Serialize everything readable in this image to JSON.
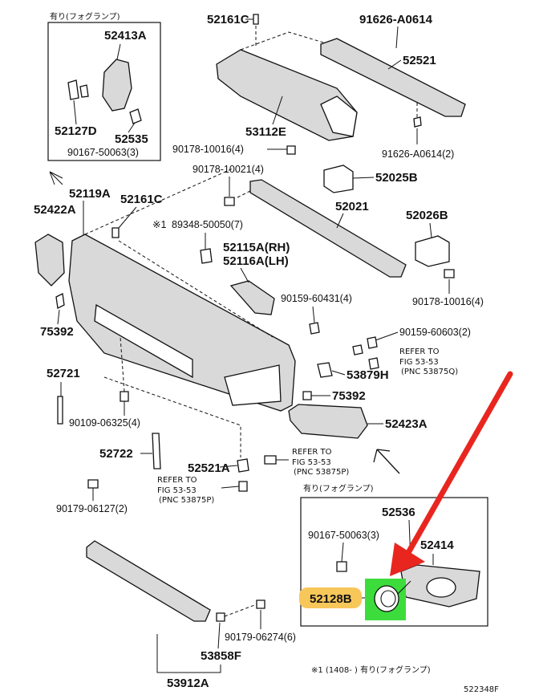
{
  "inset_top": {
    "title": "有り(フォグランプ)",
    "parts": [
      "52413A",
      "52127D",
      "52535",
      "90167-50063(3)"
    ]
  },
  "labels": {
    "p52161C_top": "52161C",
    "p91626_a": "91626-A0614",
    "p52521": "52521",
    "p53112E": "53112E",
    "p91626_b": "91626-A0614(2)",
    "p90178_4a": "90178-10016(4)",
    "p90178_10021": "90178-10021(4)",
    "p52025B": "52025B",
    "p52119A": "52119A",
    "p52161C_mid": "52161C",
    "p52422A": "52422A",
    "p52021": "52021",
    "p52026B": "52026B",
    "note_star": "※1",
    "p89348": "89348-50050(7)",
    "p52115A": "52115A(RH)",
    "p52116A": "52116A(LH)",
    "p90178_4b": "90178-10016(4)",
    "p90159_60431": "90159-60431(4)",
    "p75392_a": "75392",
    "p90159_60603": "90159-60603(2)",
    "ref1_a": "REFER TO",
    "ref1_b": "FIG 53-53",
    "ref1_c": "(PNC 53875Q)",
    "p52721": "52721",
    "p53879H": "53879H",
    "p75392_b": "75392",
    "p90109": "90109-06325(4)",
    "p52423A": "52423A",
    "p52722": "52722",
    "p52521A": "52521A",
    "ref2_a": "REFER TO",
    "ref2_b": "FIG 53-53",
    "ref2_c": "(PNC 53875P)",
    "ref3_a": "REFER TO",
    "ref3_b": "FIG 53-53",
    "ref3_c": "(PNC 53875P)",
    "p90179_06127": "90179-06127(2)",
    "p90179_06274": "90179-06274(6)",
    "p53858F": "53858F",
    "p53912A": "53912A",
    "footnote": "※1 (1408-      ) 有り(フォグランプ)",
    "diagram_id": "522348F"
  },
  "inset_bottom": {
    "title": "有り(フォグランプ)",
    "parts": [
      "52536",
      "90167-50063(3)",
      "52414",
      "52128B"
    ]
  },
  "highlight": {
    "part": "52128B",
    "label_bg": "#f7c75a",
    "part_bg": "#3ddc3d",
    "arrow_color": "#e8261f"
  }
}
